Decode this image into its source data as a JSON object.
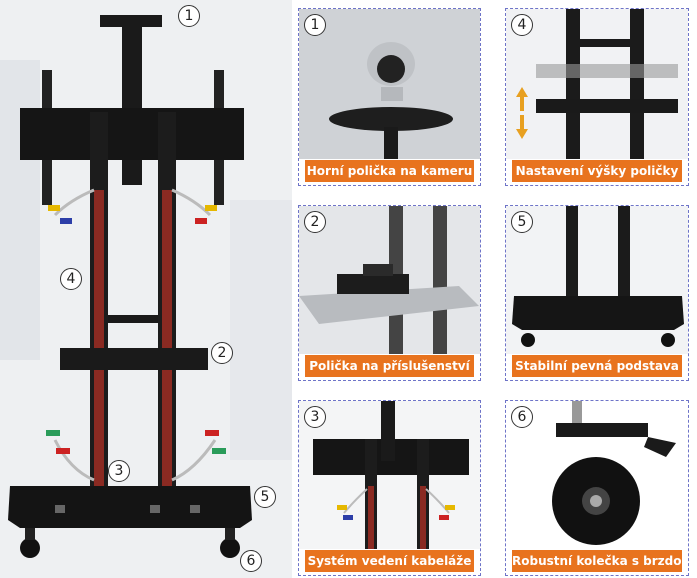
{
  "main": {
    "badges": [
      "1",
      "2",
      "3",
      "4",
      "5",
      "6"
    ]
  },
  "panels": [
    {
      "number": "1",
      "caption": "Horní polička na kameru",
      "icon": "camera-shelf"
    },
    {
      "number": "4",
      "caption": "Nastavení výšky poličky",
      "icon": "height-adjust"
    },
    {
      "number": "2",
      "caption": "Polička na příslušenství",
      "icon": "accessory-shelf"
    },
    {
      "number": "5",
      "caption": "Stabilní pevná podstava",
      "icon": "stable-base"
    },
    {
      "number": "3",
      "caption": "Systém vedení kabeláže",
      "icon": "cable-management"
    },
    {
      "number": "6",
      "caption": "Robustní kolečka s brzdou",
      "icon": "caster-wheel"
    }
  ],
  "colors": {
    "caption_bg": "#e8731e",
    "frame": "#1a1a1a",
    "cable": "#8a2a22",
    "border": "#6e74c8"
  }
}
